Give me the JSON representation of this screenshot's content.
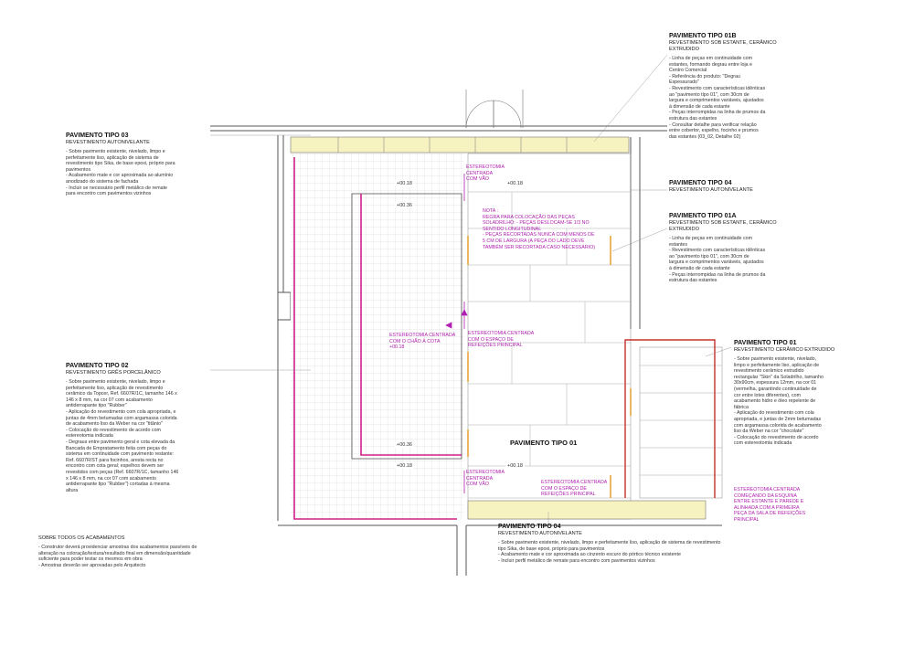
{
  "notes": {
    "p01b": {
      "title": "PAVIMENTO TIPO 01B",
      "subtitle": [
        "REVESTIMENTO SOB ESTANTE, CERÂMICO",
        "EXTRUDIDO"
      ],
      "lines": [
        "- Linha de peças em continuidade com",
        "estantes, formando degrau entre loja e",
        "Centro Comercial",
        "- Referência do produto: \"Degrau",
        "Espessurado\"",
        "- Revestimento com características idênticas",
        "ao \"pavimento tipo 01\", com 30cm de",
        "largura e comprimentos variáveis, ajustados",
        "à dimensão de cada estante",
        "- Peças interrompidas na linha de prumos da",
        "estrutura das estantes",
        "- Consultar detalhe para verificar relação",
        "entre cobertor, espelho, focinho e prumos",
        "das estantes (03_02, Detalhe 02)"
      ]
    },
    "p03": {
      "title": "PAVIMENTO TIPO 03",
      "subtitle": [
        "REVESTIMENTO AUTONIVELANTE"
      ],
      "lines": [
        "- Sobre pavimento existente, nivelado, limpo e",
        "perfeitamente liso, aplicação de sistema de",
        "revestimento tipo Sika, de base epoxi, próprio para",
        "pavimentos",
        "- Acabamento mate e cor aproximada ao alumínio",
        "anodizado do sistema de fachada",
        "- Incluir se necessário perfil metálico de remate",
        "para encontro com pavimentos vizinhos"
      ]
    },
    "p04a": {
      "title": "PAVIMENTO TIPO 04",
      "subtitle": [
        "REVESTIMENTO AUTONIVELANTE"
      ],
      "lines": []
    },
    "p01a": {
      "title": "PAVIMENTO TIPO 01A",
      "subtitle": [
        "REVESTIMENTO SOB ESTANTE, CERÂMICO",
        "EXTRUDIDO"
      ],
      "lines": [
        "- Linha de peças em continuidade com",
        "estantes",
        "- Revestimento com características idênticas",
        "ao \"pavimento tipo 01\", com 30cm de",
        "largura e comprimentos variáveis, ajustados",
        "à dimensão de cada estante",
        "- Peças interrompidas na linha de prumos da",
        "estrutura das estantes"
      ]
    },
    "p01": {
      "title": "PAVIMENTO TIPO 01",
      "subtitle": [
        "REVESTIMENTO CERÂMICO EXTRUDIDO"
      ],
      "lines": [
        "- Sobre pavimento existente, nivelado,",
        "limpo e perfeitamente liso, aplicação de",
        "revestimento cerâmico extrudido",
        "rectangular \"Skin\" da Soladrilho, tamanho",
        "30x90cm, espessura 12mm, na cor 01",
        "(vermelha, garantindo continuidade de",
        "cor entre lotes diferentes), com",
        "acabamento hidro e óleo repelente de",
        "fábrica",
        "- Aplicação do revestimento com cola",
        "apropriada, e juntas de 2mm betumadas",
        "com argamassa colorida de acabamento",
        "liso da Weber na cor \"chocolate\"",
        "- Colocação do revestimento de acordo",
        "com estereotomia indicada"
      ]
    },
    "p02": {
      "title": "PAVIMENTO TIPO 02",
      "subtitle": [
        "REVESTIMENTO GRÊS PORCELÂNICO"
      ],
      "lines": [
        "- Sobre pavimento existente, nivelado, limpo e",
        "perfeitamente liso, aplicação de revestimento",
        "cerâmico da Topcer, Ref. 6607R/1C, tamanho 146 x",
        "146 x 8 mm, na cor 07 com acabamento",
        "antiderrapante tipo \"Rubber\"",
        "- Aplicação do revestimento com cola apropriada, e",
        "juntas de 4mm betumadas com argamassa colorida",
        "de acabamento liso da Weber na cor \"titânio\"",
        "- Colocação do revestimento de acordo com",
        "estereotomia indicada",
        "- Degraus entre pavimento geral e cota elevada da",
        "Bancada de Empratamento feita com peças do",
        "sistema em continuidade com pavimento restante:",
        "Ref. 6607R/ST para focinhos, aresta recta no",
        "encontro com cota geral; espelhos devem ser",
        "revestidos com peças (Ref. 6607R/1C, tamanho 146",
        "x 146 x 8 mm,  na cor 07 com acabamento",
        "antiderrapante tipo \"Rubber\") cortadas à mesma",
        "altura"
      ]
    },
    "p04b": {
      "title": "PAVIMENTO TIPO 04",
      "subtitle": [
        "REVESTIMENTO AUTONIVELANTE"
      ],
      "lines": [
        "- Sobre pavimento existente, nivelado, limpo e perfeitamente liso, aplicação de sistema de revestimento",
        "tipo Sika, de base epoxi, próprio para pavimentos",
        "- Acabamento mate e cor aproximada ao cinzento escuro do pórtico técnico existente",
        "- Incluir perfil metálico de remate para encontro com pavimentos vizinhos"
      ]
    },
    "general": {
      "title": "SOBRE TODOS OS ACABAMENTOS",
      "lines": [
        "- Construtor deverá providenciar amostras dos acabamentos passíveis de",
        "alteração na coloração/textura/resultado final em dimensão/quantidade",
        "suficiente para poder testar os mesmos em obra",
        "- Amostras deverão ser aprovadas pelo Arquitecto"
      ]
    }
  },
  "plan_labels": {
    "pav01_center": "PAVIMENTO TIPO 01",
    "nota": [
      "NOTA :",
      "REGRA PARA COLOCAÇÃO DAS PEÇAS",
      "SOLADRILHO:  - PEÇAS DESLOCAM-SE 1/3 NO",
      "SENTIDO LONGITUDINAL",
      "- PEÇAS RECORTADAS NUNCA COM MENOS DE",
      "5 CM DE LARGURA (A PEÇA DO LADO DEVE",
      "TAMBÉM SER RECORTADA CASO NECESSÁRIO)"
    ],
    "est_top": [
      "ESTEREOTOMIA",
      "CENTRADA",
      "COM VÃO"
    ],
    "est_bottom": [
      "ESTEREOTOMIA",
      "CENTRADA",
      "COM VÃO"
    ],
    "est_chao": [
      "ESTEREOTOMIA CENTRADA",
      "COM O CHÃO À COTA",
      "+00.18"
    ],
    "est_refeicoes_mid": [
      "ESTEREOTOMIA CENTRADA",
      "COM O ESPAÇO DE",
      "REFEIÇÕES PRINCIPAL"
    ],
    "est_refeicoes_bottom": [
      "ESTEREOTOMIA CENTRADA",
      "COM O ESPAÇO DE",
      "REFEIÇÕES PRINCIPAL"
    ],
    "est_esquina": [
      "ESTEREOTOMIA CENTRADA",
      "COMEÇANDO DA ESQUINA",
      "ENTRE ESTANTE E PAREDE E",
      "ALINHADA COM A PRIMEIRA",
      "PEÇA DA SALA DE REFEIÇÕES",
      "PRINCIPAL"
    ],
    "levels": {
      "l1": "+00.18",
      "l2": "+00.18",
      "l3": "+00.36",
      "l4": "+00.36",
      "l5": "+00.18",
      "l6": "+00.18"
    }
  },
  "colors": {
    "magenta": "#d0208a",
    "purple": "#b020b0",
    "yellow": "#f6f3c0",
    "orange": "#e8a33a",
    "red": "#c8302a",
    "line": "#555555",
    "grid": "#cfcfcf"
  }
}
